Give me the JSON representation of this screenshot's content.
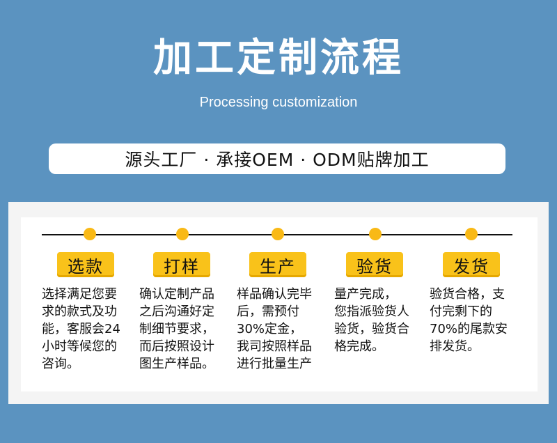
{
  "header": {
    "title": "加工定制流程",
    "subtitle": "Processing customization"
  },
  "banner": {
    "text": "源头工厂 · 承接OEM · ODM贴牌加工"
  },
  "steps": [
    {
      "label": "选款",
      "desc": "选择满足您要\n求的款式及功\n能，客服会24\n小时等候您的\n咨询。"
    },
    {
      "label": "打样",
      "desc": "确认定制产品\n之后沟通好定\n制细节要求，\n而后按照设计\n图生产样品。"
    },
    {
      "label": "生产",
      "desc": "样品确认完毕\n后，需预付\n30%定金，\n我司按照样品\n进行批量生产"
    },
    {
      "label": "验货",
      "desc": "量产完成，\n您指派验货人\n验货，验货合\n格完成。"
    },
    {
      "label": "发货",
      "desc": "验货合格，支\n付完剩下的\n70%的尾款安\n排发货。"
    }
  ],
  "colors": {
    "background": "#5b93c0",
    "accent": "#f9c21a",
    "panel": "#ffffff"
  }
}
